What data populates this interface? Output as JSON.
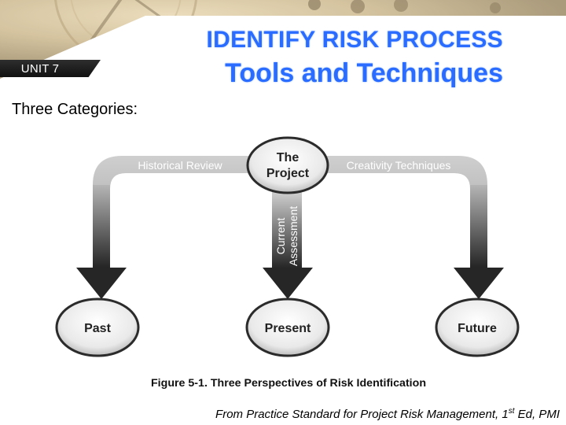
{
  "slide": {
    "unit": "UNIT 7",
    "title_line1": "IDENTIFY RISK PROCESS",
    "title_line2": "Tools and Techniques",
    "subheading": "Three Categories:",
    "credit_prefix": "From Practice Standard for Project Risk Management, 1",
    "credit_sup": "st",
    "credit_suffix": " Ed, PMI"
  },
  "figure": {
    "center_node": [
      "The",
      "Project"
    ],
    "left_arm_label": "Historical Review",
    "right_arm_label": "Creativity Techniques",
    "center_stem_label": [
      "Current",
      "Assessment"
    ],
    "nodes": [
      "Past",
      "Present",
      "Future"
    ],
    "caption": "Figure 5-1. Three Perspectives of Risk Identification"
  },
  "colors": {
    "title_blue": "#2a6cff",
    "arrow_dark": "#2b2b2b",
    "arrow_light": "#bdbdbd"
  }
}
